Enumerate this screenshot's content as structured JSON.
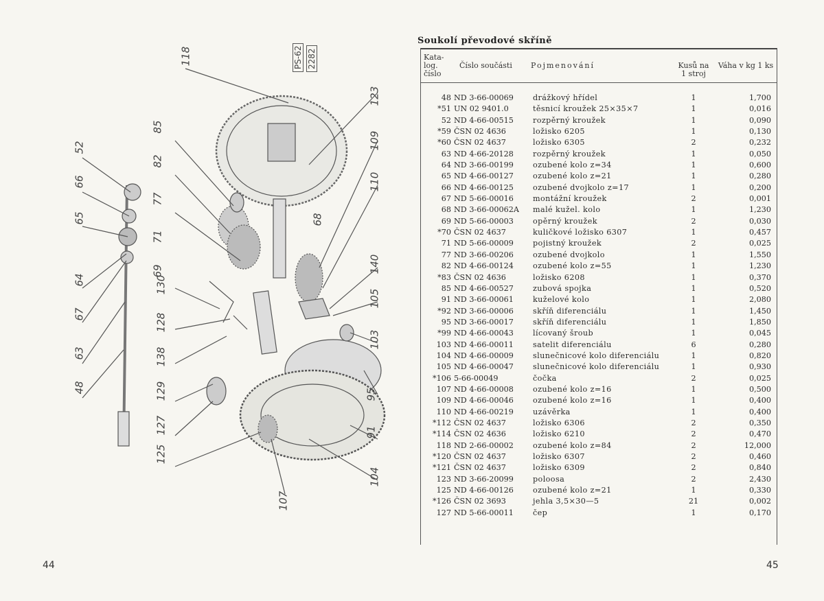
{
  "left_page": {
    "page_number": "44",
    "stamp": [
      "PS-62",
      "2282"
    ],
    "callouts": [
      "118",
      "85",
      "82",
      "77",
      "71",
      "69",
      "52",
      "66",
      "65",
      "64",
      "67",
      "63",
      "48",
      "130",
      "128",
      "138",
      "129",
      "127",
      "125",
      "107",
      "68",
      "123",
      "109",
      "110",
      "140",
      "105",
      "103",
      "95",
      "91",
      "104"
    ]
  },
  "right_page": {
    "page_number": "45",
    "section_title": "Soukolí převodové skříně",
    "headers": {
      "catalog": "Kata-log. číslo",
      "part_no": "Číslo součásti",
      "name": "Pojmenování",
      "qty": "Kusů na 1 stroj",
      "weight": "Váha v kg 1 ks"
    },
    "rows": [
      {
        "id": "48",
        "part": "ND 3-66-00069",
        "name": "drážkový hřídel",
        "qty": "1",
        "w": "1,700"
      },
      {
        "id": "*51",
        "part": "UN 02 9401.0",
        "name": "těsnicí kroužek 25×35×7",
        "qty": "1",
        "w": "0,016"
      },
      {
        "id": "52",
        "part": "ND 4-66-00515",
        "name": "rozpěrný kroužek",
        "qty": "1",
        "w": "0,090"
      },
      {
        "id": "*59",
        "part": "ČSN 02 4636",
        "name": "ložisko 6205",
        "qty": "1",
        "w": "0,130"
      },
      {
        "id": "*60",
        "part": "ČSN 02 4637",
        "name": "ložisko 6305",
        "qty": "2",
        "w": "0,232"
      },
      {
        "id": "63",
        "part": "ND 4-66-20128",
        "name": "rozpěrný kroužek",
        "qty": "1",
        "w": "0,050"
      },
      {
        "id": "64",
        "part": "ND 3-66-00199",
        "name": "ozubené kolo z=34",
        "qty": "1",
        "w": "0,600"
      },
      {
        "id": "65",
        "part": "ND 4-66-00127",
        "name": "ozubené kolo z=21",
        "qty": "1",
        "w": "0,280"
      },
      {
        "id": "66",
        "part": "ND 4-66-00125",
        "name": "ozubené dvojkolo z=17",
        "qty": "1",
        "w": "0,200"
      },
      {
        "id": "67",
        "part": "ND 5-66-00016",
        "name": "montážní kroužek",
        "qty": "2",
        "w": "0,001"
      },
      {
        "id": "68",
        "part": "ND 3-66-00062A",
        "name": "malé kužel. kolo",
        "qty": "1",
        "w": "1,230"
      },
      {
        "id": "69",
        "part": "ND 5-66-00003",
        "name": "opěrný kroužek",
        "qty": "2",
        "w": "0,030"
      },
      {
        "id": "*70",
        "part": "ČSN 02 4637",
        "name": "kuličkové ložisko 6307",
        "qty": "1",
        "w": "0,457"
      },
      {
        "id": "71",
        "part": "ND 5-66-00009",
        "name": "pojistný kroužek",
        "qty": "2",
        "w": "0,025"
      },
      {
        "id": "77",
        "part": "ND 3-66-00206",
        "name": "ozubené dvojkolo",
        "qty": "1",
        "w": "1,550"
      },
      {
        "id": "82",
        "part": "ND 4-66-00124",
        "name": "ozubené kolo z=55",
        "qty": "1",
        "w": "1,230"
      },
      {
        "id": "*83",
        "part": "ČSN 02 4636",
        "name": "ložisko 6208",
        "qty": "1",
        "w": "0,370"
      },
      {
        "id": "85",
        "part": "ND 4-66-00527",
        "name": "zubová spojka",
        "qty": "1",
        "w": "0,520"
      },
      {
        "id": "91",
        "part": "ND 3-66-00061",
        "name": "kuželové kolo",
        "qty": "1",
        "w": "2,080"
      },
      {
        "id": "*92",
        "part": "ND 3-66-00006",
        "name": "skříň diferenciálu",
        "qty": "1",
        "w": "1,450"
      },
      {
        "id": "95",
        "part": "ND 3-66-00017",
        "name": "skříň diferenciálu",
        "qty": "1",
        "w": "1,850"
      },
      {
        "id": "*99",
        "part": "ND 4-66-00043",
        "name": "lícovaný šroub",
        "qty": "1",
        "w": "0,045"
      },
      {
        "id": "103",
        "part": "ND 4-66-00011",
        "name": "satelit diferenciálu",
        "qty": "6",
        "w": "0,280"
      },
      {
        "id": "104",
        "part": "ND 4-66-00009",
        "name": "slunečnicové kolo diferenciálu",
        "qty": "1",
        "w": "0,820"
      },
      {
        "id": "105",
        "part": "ND 4-66-00047",
        "name": "slunečnicové kolo diferenciálu",
        "qty": "1",
        "w": "0,930"
      },
      {
        "id": "*106",
        "part": "5-66-00049",
        "name": "čočka",
        "qty": "2",
        "w": "0,025"
      },
      {
        "id": "107",
        "part": "ND 4-66-00008",
        "name": "ozubené kolo z=16",
        "qty": "1",
        "w": "0,500"
      },
      {
        "id": "109",
        "part": "ND 4-66-00046",
        "name": "ozubené kolo z=16",
        "qty": "1",
        "w": "0,400"
      },
      {
        "id": "110",
        "part": "ND 4-66-00219",
        "name": "uzávěrka",
        "qty": "1",
        "w": "0,400"
      },
      {
        "id": "*112",
        "part": "ČSN 02 4637",
        "name": "ložisko 6306",
        "qty": "2",
        "w": "0,350"
      },
      {
        "id": "*114",
        "part": "ČSN 02 4636",
        "name": "ložisko 6210",
        "qty": "2",
        "w": "0,470"
      },
      {
        "id": "118",
        "part": "ND 2-66-00002",
        "name": "ozubené kolo z=84",
        "qty": "2",
        "w": "12,000"
      },
      {
        "id": "*120",
        "part": "ČSN 02 4637",
        "name": "ložisko 6307",
        "qty": "2",
        "w": "0,460"
      },
      {
        "id": "*121",
        "part": "ČSN 02 4637",
        "name": "ložisko 6309",
        "qty": "2",
        "w": "0,840"
      },
      {
        "id": "123",
        "part": "ND 3-66-20099",
        "name": "poloosa",
        "qty": "2",
        "w": "2,430"
      },
      {
        "id": "125",
        "part": "ND 4-66-00126",
        "name": "ozubené kolo z=21",
        "qty": "1",
        "w": "0,330"
      },
      {
        "id": "*126",
        "part": "ČSN 02 3693",
        "name": "jehla 3,5×30—5",
        "qty": "21",
        "w": "0,002"
      },
      {
        "id": "127",
        "part": "ND 5-66-00011",
        "name": "čep",
        "qty": "1",
        "w": "0,170"
      }
    ]
  }
}
